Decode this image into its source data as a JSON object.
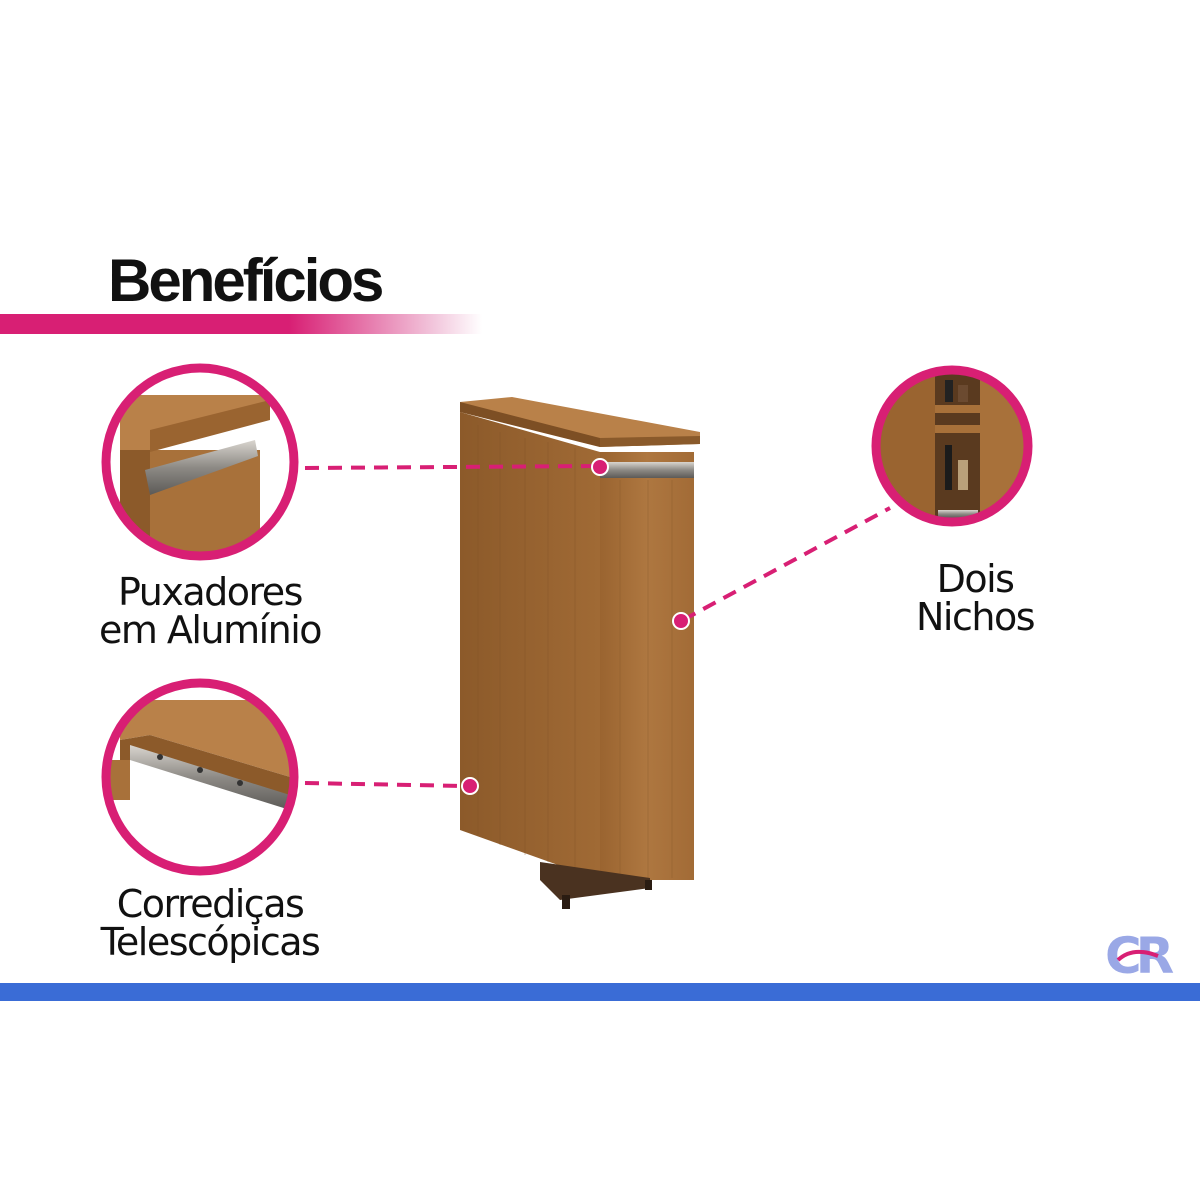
{
  "title": "Benefícios",
  "features": [
    {
      "line1": "Puxadores",
      "line2": "em Alumínio",
      "icon": "aluminum-handle-detail"
    },
    {
      "line1": "Corrediças",
      "line2": "Telescópicas",
      "icon": "telescopic-slide-detail"
    },
    {
      "line1": "Dois",
      "line2": "Nichos",
      "icon": "two-niches-detail"
    }
  ],
  "logo_text": "CR",
  "colors": {
    "accent": "#d81f74",
    "wood": "#a8713a",
    "bar": "#3a6cd6",
    "text": "#111111"
  }
}
